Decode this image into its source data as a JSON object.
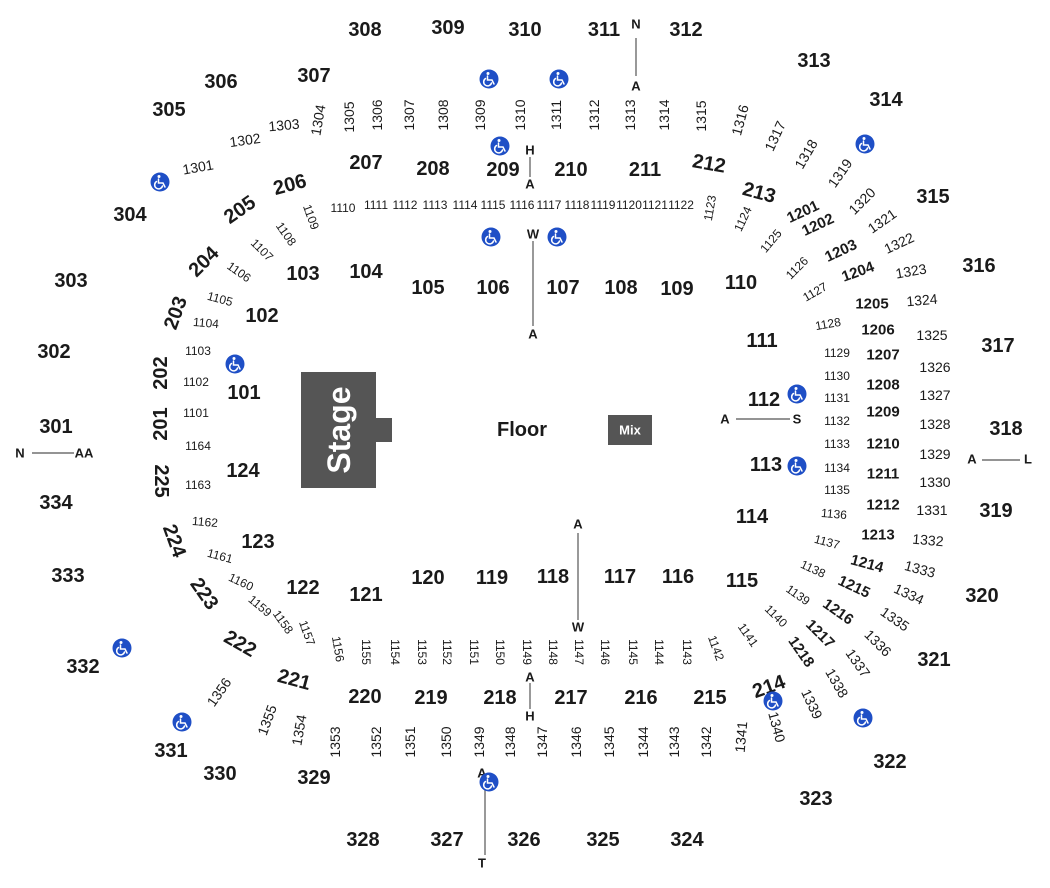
{
  "map": {
    "stage_label": "Stage",
    "floor_label": "Floor",
    "mix_label": "Mix",
    "colors": {
      "stage": "#555555",
      "mix": "#555555",
      "accessible": "#1f4fc6",
      "text": "#1a1a1a"
    },
    "sections_300": [
      "308",
      "309",
      "310",
      "311",
      "312",
      "313",
      "314",
      "315",
      "316",
      "317",
      "318",
      "319",
      "320",
      "321",
      "322",
      "323",
      "324",
      "325",
      "326",
      "327",
      "328",
      "329",
      "330",
      "331",
      "332",
      "333",
      "334",
      "301",
      "302",
      "303",
      "304",
      "305",
      "306",
      "307"
    ],
    "sections_1300": [
      "1301",
      "1302",
      "1303",
      "1304",
      "1305",
      "1306",
      "1307",
      "1308",
      "1309",
      "1310",
      "1311",
      "1312",
      "1313",
      "1314",
      "1315",
      "1316",
      "1317",
      "1318",
      "1319",
      "1320",
      "1321",
      "1322",
      "1323",
      "1324",
      "1325",
      "1326",
      "1327",
      "1328",
      "1329",
      "1330",
      "1331",
      "1332",
      "1333",
      "1334",
      "1335",
      "1336",
      "1337",
      "1338",
      "1339",
      "1340",
      "1341",
      "1342",
      "1343",
      "1344",
      "1345",
      "1346",
      "1347",
      "1348",
      "1349",
      "1350",
      "1351",
      "1352",
      "1353",
      "1354",
      "1355",
      "1356"
    ],
    "sections_200": [
      "201",
      "202",
      "203",
      "204",
      "205",
      "206",
      "207",
      "208",
      "209",
      "210",
      "211",
      "212",
      "213",
      "214",
      "215",
      "216",
      "217",
      "218",
      "219",
      "220",
      "221",
      "222",
      "223",
      "224",
      "225"
    ],
    "sections_1200": [
      "1201",
      "1202",
      "1203",
      "1204",
      "1205",
      "1206",
      "1207",
      "1208",
      "1209",
      "1210",
      "1211",
      "1212",
      "1213",
      "1214",
      "1215",
      "1216",
      "1217",
      "1218"
    ],
    "sections_1100": [
      "1101",
      "1102",
      "1103",
      "1104",
      "1105",
      "1106",
      "1107",
      "1108",
      "1109",
      "1110",
      "1111",
      "1112",
      "1113",
      "1114",
      "1115",
      "1116",
      "1117",
      "1118",
      "1119",
      "1120",
      "1121",
      "1122",
      "1123",
      "1124",
      "1125",
      "1126",
      "1127",
      "1128",
      "1129",
      "1130",
      "1131",
      "1132",
      "1133",
      "1134",
      "1135",
      "1136",
      "1137",
      "1138",
      "1139",
      "1140",
      "1141",
      "1142",
      "1143",
      "1144",
      "1145",
      "1146",
      "1147",
      "1148",
      "1149",
      "1150",
      "1151",
      "1152",
      "1153",
      "1154",
      "1155",
      "1156",
      "1157",
      "1158",
      "1159",
      "1160",
      "1161",
      "1162",
      "1163",
      "1164"
    ],
    "sections_100": [
      "101",
      "102",
      "103",
      "104",
      "105",
      "106",
      "107",
      "108",
      "109",
      "110",
      "111",
      "112",
      "113",
      "114",
      "115",
      "116",
      "117",
      "118",
      "119",
      "120",
      "121",
      "122",
      "123",
      "124"
    ],
    "aisle_labels": [
      "N",
      "A",
      "H",
      "A",
      "W",
      "A",
      "A",
      "S",
      "A",
      "L",
      "N",
      "AA",
      "A",
      "W",
      "A",
      "H",
      "A",
      "T"
    ],
    "accessible_icon": "wheelchair-icon"
  }
}
